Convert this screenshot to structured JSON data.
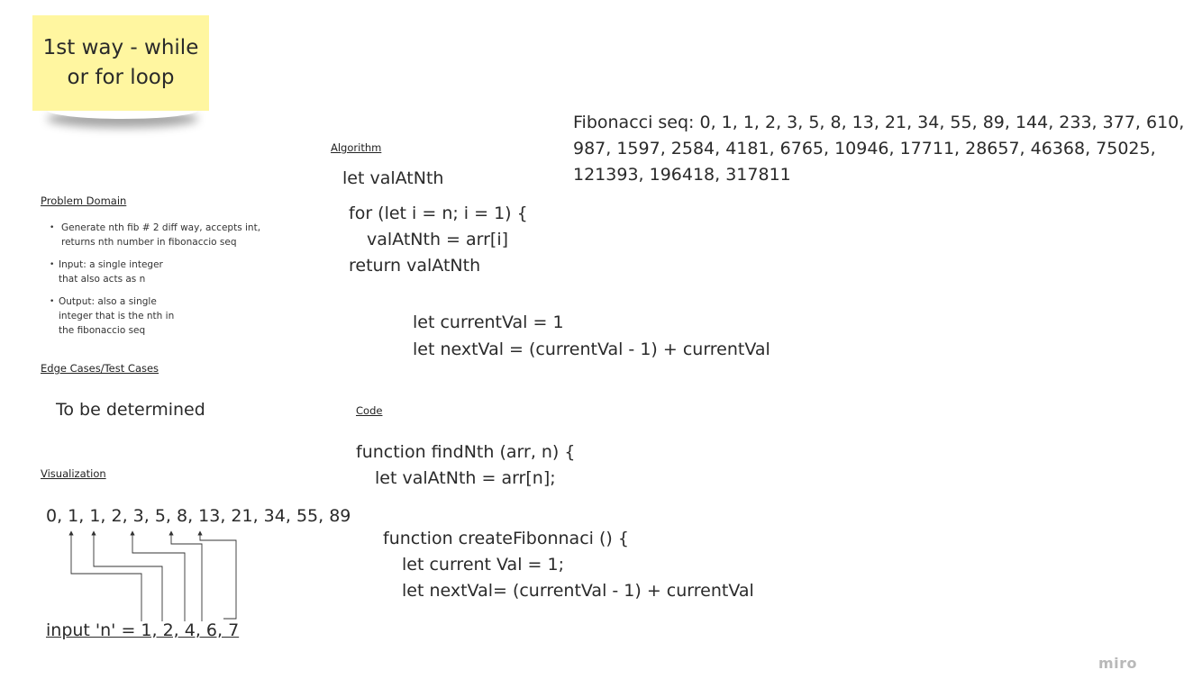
{
  "sticky_note": {
    "line1": "1st way - while",
    "line2": "or for loop"
  },
  "problem_domain": {
    "heading": "Problem Domain",
    "bullets": [
      [
        "Generate nth fib # 2 diff way, accepts int,",
        "returns nth number in fibonaccio seq"
      ],
      [
        "Input: a single integer",
        "that also acts as n"
      ],
      [
        "Output: also a single",
        "integer that is the nth in",
        "the fibonaccio seq"
      ]
    ]
  },
  "edge_cases": {
    "heading": "Edge Cases/Test Cases",
    "text": "To be determined"
  },
  "visualization": {
    "heading": "Visualization",
    "sequence": "0, 1, 1, 2, 3, 5, 8, 13, 21, 34, 55, 89",
    "input_label": "input 'n' = 1, 2, 4, 6, 7"
  },
  "algorithm": {
    "heading": "Algorithm",
    "lines": [
      "let valAtNth",
      "for (let i = n; i = 1) {",
      "valAtNth = arr[i]",
      "return valAtNth",
      "let currentVal = 1",
      "let nextVal = (currentVal - 1) + currentVal"
    ]
  },
  "code": {
    "heading": "Code",
    "lines": [
      "function findNth (arr, n) {",
      "let valAtNth = arr[n];",
      "function createFibonnaci () {",
      "let current Val = 1;",
      "let nextVal= (currentVal - 1) + currentVal"
    ]
  },
  "fibonacci_note": {
    "lines": [
      "Fibonacci seq: 0, 1, 1, 2, 3, 5, 8, 13, 21, 34, 55, 89, 144, 233, 377, 610,",
      "987, 1597, 2584, 4181, 6765, 10946, 17711, 28657, 46368, 75025,",
      "121393, 196418, 317811"
    ]
  },
  "branding": {
    "logo_text": "miro"
  },
  "colors": {
    "sticky_note": "#fff6a0",
    "text": "#2a2a2a",
    "connector": "#333333",
    "logo": "#b9b9b9"
  }
}
